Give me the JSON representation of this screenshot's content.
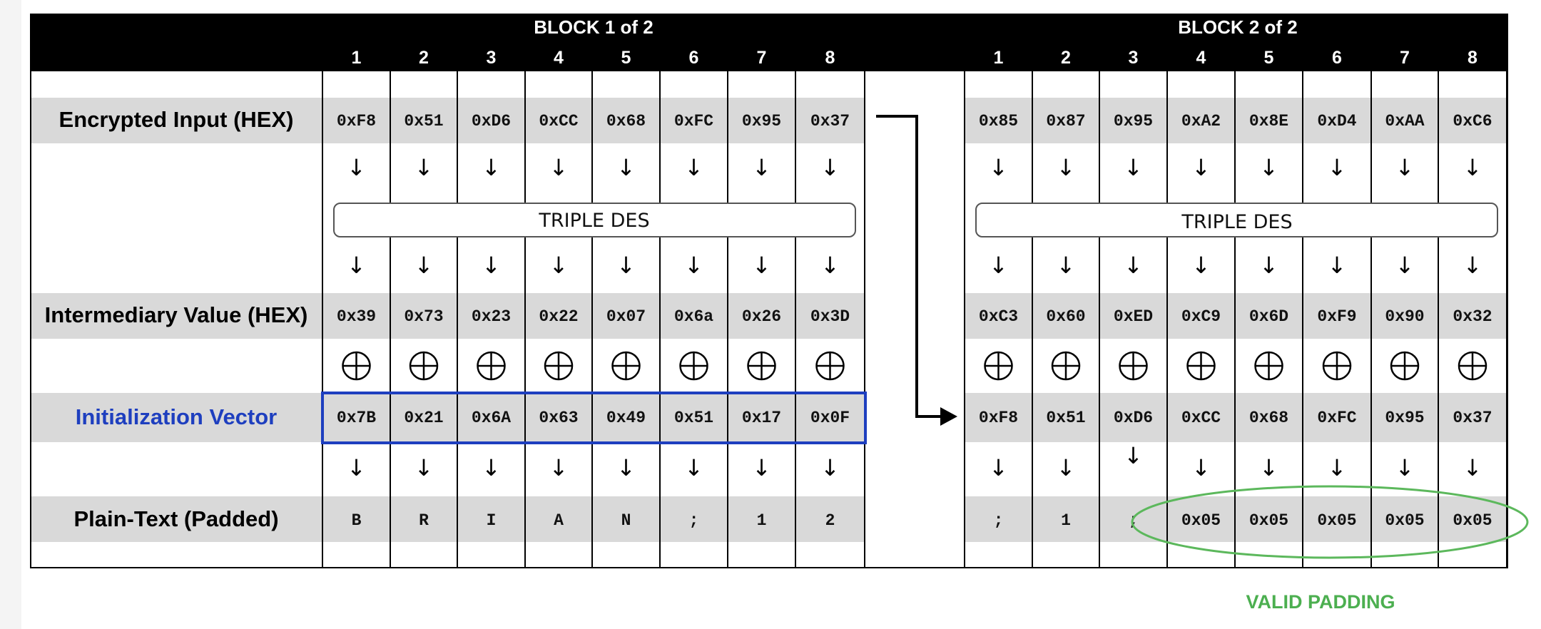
{
  "blocks": [
    {
      "title": "BLOCK 1 of 2",
      "columns": [
        "1",
        "2",
        "3",
        "4",
        "5",
        "6",
        "7",
        "8"
      ],
      "encrypted": [
        "0xF8",
        "0x51",
        "0xD6",
        "0xCC",
        "0x68",
        "0xFC",
        "0x95",
        "0x37"
      ],
      "cipher_label": "TRIPLE DES",
      "intermediary": [
        "0x39",
        "0x73",
        "0x23",
        "0x22",
        "0x07",
        "0x6a",
        "0x26",
        "0x3D"
      ],
      "xor_input": [
        "0x7B",
        "0x21",
        "0x6A",
        "0x63",
        "0x49",
        "0x51",
        "0x17",
        "0x0F"
      ],
      "plaintext": [
        "B",
        "R",
        "I",
        "A",
        "N",
        ";",
        "1",
        "2"
      ]
    },
    {
      "title": "BLOCK 2 of 2",
      "columns": [
        "1",
        "2",
        "3",
        "4",
        "5",
        "6",
        "7",
        "8"
      ],
      "encrypted": [
        "0x85",
        "0x87",
        "0x95",
        "0xA2",
        "0x8E",
        "0xD4",
        "0xAA",
        "0xC6"
      ],
      "cipher_label": "TRIPLE DES",
      "intermediary": [
        "0xC3",
        "0x60",
        "0xED",
        "0xC9",
        "0x6D",
        "0xF9",
        "0x90",
        "0x32"
      ],
      "xor_input": [
        "0xF8",
        "0x51",
        "0xD6",
        "0xCC",
        "0x68",
        "0xFC",
        "0x95",
        "0x37"
      ],
      "plaintext": [
        ";",
        "1",
        ";",
        "0x05",
        "0x05",
        "0x05",
        "0x05",
        "0x05"
      ]
    }
  ],
  "row_labels": {
    "encrypted": "Encrypted Input (HEX)",
    "intermediary": "Intermediary Value (HEX)",
    "iv": "Initialization Vector",
    "plaintext": "Plain-Text (Padded)"
  },
  "symbols": {
    "down_arrow": "↓",
    "xor": "⊕"
  },
  "annotation": "VALID PADDING",
  "colors": {
    "header_bg": "#000000",
    "row_band": "#d9d9d9",
    "iv_label": "#1e3fbf",
    "iv_box": "#1e3fbf",
    "valid_padding": "#4caf50"
  }
}
